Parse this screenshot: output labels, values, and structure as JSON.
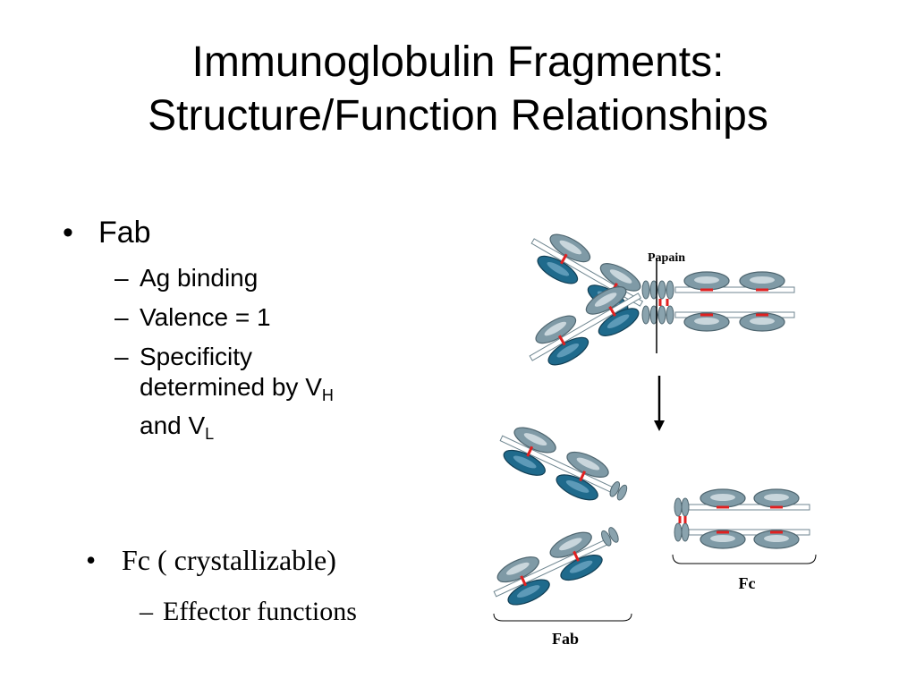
{
  "slide": {
    "title_line1": "Immunoglobulin Fragments:",
    "title_line2": "Structure/Function Relationships"
  },
  "fab_section": {
    "bullet": "Fab",
    "items": {
      "ag_binding": "Ag binding",
      "valence": "Valence = 1",
      "specificity_line1": "Specificity",
      "specificity_line2": "determined by V",
      "vh_sub": "H",
      "and_word": "and V",
      "vl_sub": "L"
    }
  },
  "fc_section": {
    "bullet": "Fc ( crystallizable)",
    "item": "Effector functions"
  },
  "diagram": {
    "enzyme_label": "Papain",
    "fab_label": "Fab",
    "fc_label": "Fc",
    "colors": {
      "heavy_domain": "#7f9aa6",
      "light_domain": "#1f6a8c",
      "disulfide": "#e02020",
      "chain_line": "#ffffff"
    }
  }
}
